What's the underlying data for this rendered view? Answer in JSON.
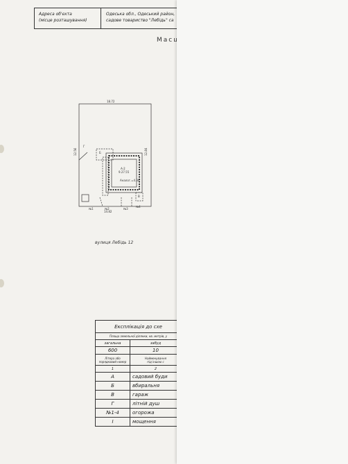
{
  "header": {
    "address_label_line1": "Адреса об'єкта",
    "address_label_line2": "(місце розташування)",
    "address_value_line1": "Одеська обл., Одеський район,",
    "address_value_line2": "садове товариство \"Лебідь\" са"
  },
  "scale_title": "Масш",
  "plan": {
    "dims": [
      "18.72",
      "12.56",
      "12.84",
      "14.82"
    ],
    "building_letter": "А-2",
    "building_code": "9.27.55",
    "building_area": "Аналог.=4.30",
    "items": [
      "Г",
      "Б",
      "В",
      "№1",
      "№2",
      "№3",
      "№4"
    ],
    "street_label": "вулиця Лебідь 12"
  },
  "explication": {
    "title": "Експлікація до схе",
    "area_header": "Площа земельної ділянки, кв. метрів, у",
    "col1_header": "загальна",
    "col2_header": "забуд",
    "total": "600",
    "built": "10",
    "sub_col1_line1": "Літера або",
    "sub_col1_line2": "порядковий номер",
    "sub_col2_line1": "Найменування",
    "sub_col2_line2": "під іншою с",
    "index_col1": "1",
    "index_col2": "2",
    "rows": [
      {
        "code": "А",
        "name": "садовий буди"
      },
      {
        "code": "Б",
        "name": "вбиральня"
      },
      {
        "code": "В",
        "name": "гараж"
      },
      {
        "code": "Г",
        "name": "літній душ"
      },
      {
        "code": "№1-4",
        "name": "огорожа"
      },
      {
        "code": "І",
        "name": "мощення"
      }
    ]
  }
}
